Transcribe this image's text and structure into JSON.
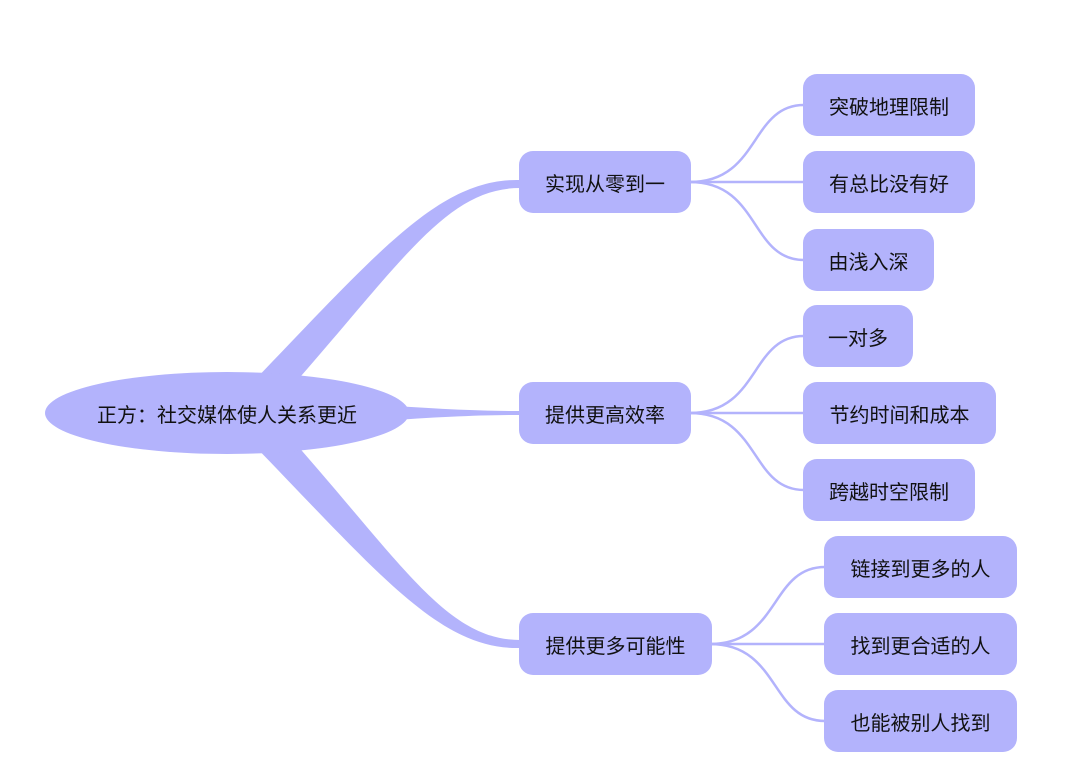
{
  "colors": {
    "node_fill": "#b3b3fc",
    "link": "#b3b3fc",
    "text": "#111111",
    "background": "#ffffff"
  },
  "root": {
    "label": "正方：社交媒体使人关系更近"
  },
  "branches": [
    {
      "label": "实现从零到一",
      "children": [
        "突破地理限制",
        "有总比没有好",
        "由浅入深"
      ]
    },
    {
      "label": "提供更高效率",
      "children": [
        "一对多",
        "节约时间和成本",
        "跨越时空限制"
      ]
    },
    {
      "label": "提供更多可能性",
      "children": [
        "链接到更多的人",
        "找到更合适的人",
        "也能被别人找到"
      ]
    }
  ]
}
